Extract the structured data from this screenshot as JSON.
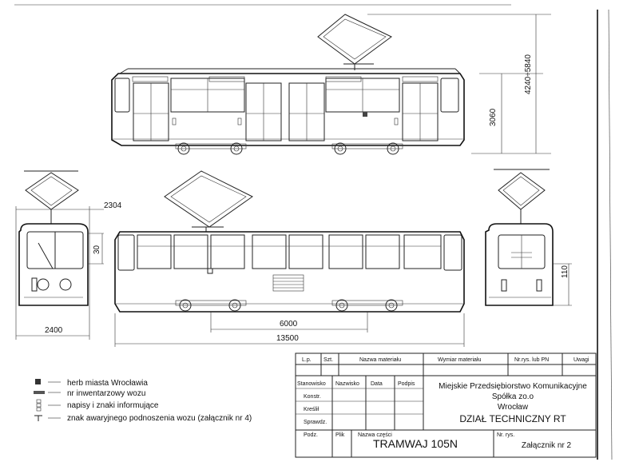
{
  "dimensions": {
    "height_total": "4240÷5840",
    "height_body": "3060",
    "width_top": "2304",
    "height_front": "30",
    "width_front": "2400",
    "bogie_spacing": "6000",
    "length_total": "13500",
    "height_rear": "110"
  },
  "legend": [
    {
      "symbol": "square-symbol",
      "label": "herb miasta Wrocławia"
    },
    {
      "symbol": "hatched-bar-symbol",
      "label": "nr inwentarzowy wozu"
    },
    {
      "symbol": "bar-stack-symbol",
      "label": "napisy i znaki informujące"
    },
    {
      "symbol": "t-marker-symbol",
      "label": "znak awaryjnego podnoszenia wozu (załącznik  nr 4)"
    }
  ],
  "title_block": {
    "headers": [
      "L.p.",
      "Szt.",
      "Nazwa materiału",
      "Wymiar materiału",
      "Nr.rys. lub PN",
      "Uwagi"
    ],
    "roles": [
      "Stanowisko",
      "Konstr.",
      "Kreślił",
      "Sprawdz.",
      "Podz."
    ],
    "role_cols": [
      "Nazwisko",
      "Data",
      "Podpis"
    ],
    "scale_label": "Plik",
    "part_name_label": "Nazwa części",
    "drawing_no_label": "Nr. rys.",
    "company_lines": [
      "Miejskie Przedsiębiorstwo Komunikacyjne",
      "Spółka zo.o",
      "Wrocław"
    ],
    "department": "DZIAŁ TECHNICZNY RT",
    "part_name": "TRAMWAJ 105N",
    "attachment": "Załącznik nr 2"
  }
}
